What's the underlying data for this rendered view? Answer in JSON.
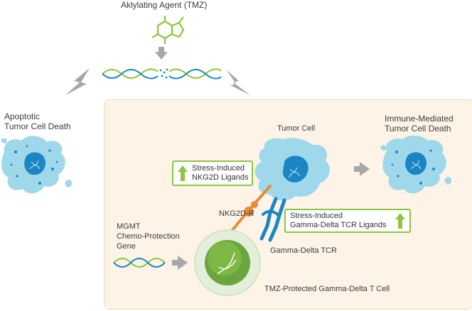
{
  "labels": {
    "agent": "Aklylating Agent (TMZ)",
    "apoptotic": "Apoptotic\nTumor Cell Death",
    "tumor_cell": "Tumor Cell",
    "immune_death": "Immune-Mediated\nTumor Cell Death",
    "nkg2d_r": "NKG2D-R",
    "mgmt": "MGMT\nChemo-Protection\nGene",
    "gd_tcr": "Gamma-Delta TCR",
    "tcell": "TMZ-Protected Gamma-Delta T Cell"
  },
  "callouts": {
    "nkg2d": "Stress-Induced\nNKG2D Ligands",
    "gd_ligands": "Stress-Induced\nGamma-Delta TCR Ligands"
  },
  "colors": {
    "cell_blue": "#9fd8ea",
    "nucleus_blue": "#1b86c4",
    "green": "#8cc63f",
    "orange": "#e38d3c",
    "gray": "#a7a7a7",
    "panel_bg": "#fdf3e7"
  }
}
